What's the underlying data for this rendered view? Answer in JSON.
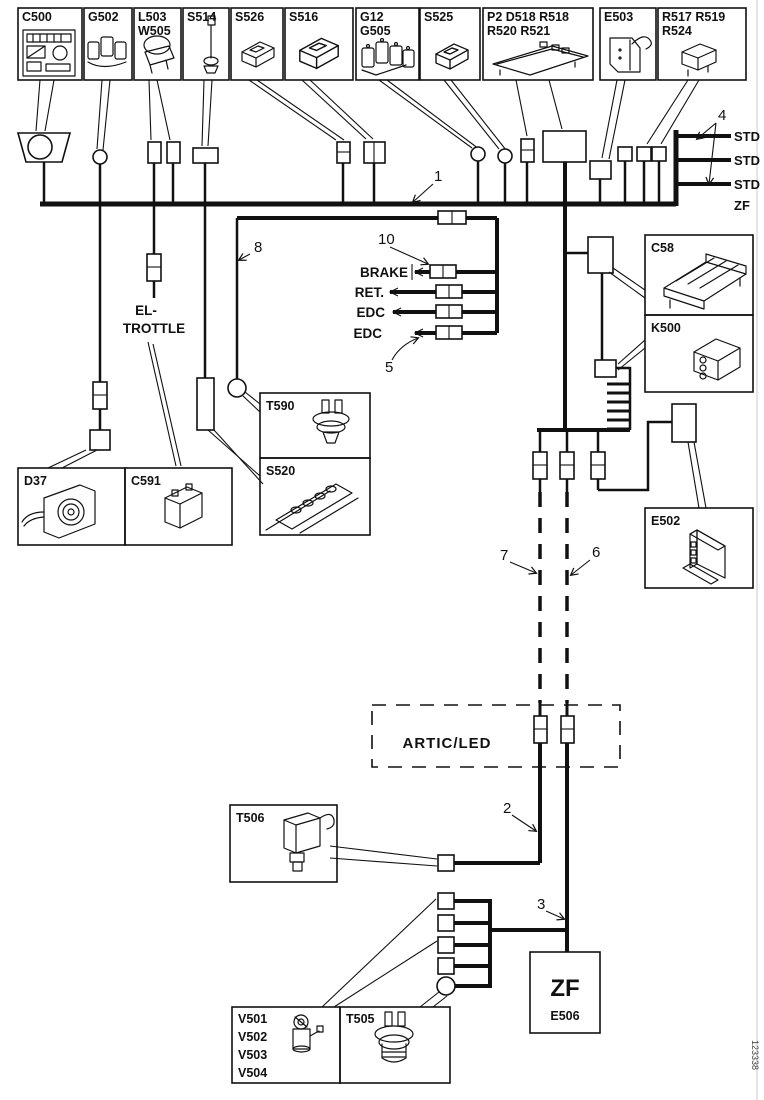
{
  "colors": {
    "ink": "#111111",
    "paper": "#ffffff"
  },
  "top_boxes": [
    {
      "l1": "C500",
      "l2": ""
    },
    {
      "l1": "G502",
      "l2": ""
    },
    {
      "l1": "L503",
      "l2": "W505"
    },
    {
      "l1": "S514",
      "l2": ""
    },
    {
      "l1": "S526",
      "l2": ""
    },
    {
      "l1": "S516",
      "l2": ""
    },
    {
      "l1": "G12",
      "l2": "G505"
    },
    {
      "l1": "S525",
      "l2": ""
    },
    {
      "l1": "P2 D518 R518",
      "l2": "R520 R521"
    },
    {
      "l1": "E503",
      "l2": ""
    },
    {
      "l1": "R517 R519",
      "l2": "R524"
    }
  ],
  "bus": {
    "std1": "STD",
    "std2": "STD",
    "std3": "STD",
    "zf": "ZF"
  },
  "signals": {
    "brake": "BRAKE",
    "ret": "RET.",
    "edc1": "EDC",
    "edc2": "EDC",
    "el1": "EL-",
    "el2": "TROTTLE",
    "artic": "ARTIC/LED"
  },
  "callouts": {
    "c1": "1",
    "c2": "2",
    "c3": "3",
    "c4": "4",
    "c5": "5",
    "c6": "6",
    "c7": "7",
    "c8": "8",
    "c10": "10"
  },
  "frames": {
    "c58": "C58",
    "k500": "K500",
    "e502": "E502",
    "d37": "D37",
    "c591": "C591",
    "t590": "T590",
    "s520": "S520",
    "t506": "T506",
    "t505": "T505",
    "v1": "V501",
    "v2": "V502",
    "v3": "V503",
    "v4": "V504"
  },
  "zf_unit": {
    "name": "ZF",
    "ref": "E506"
  },
  "footer_code": "123338"
}
